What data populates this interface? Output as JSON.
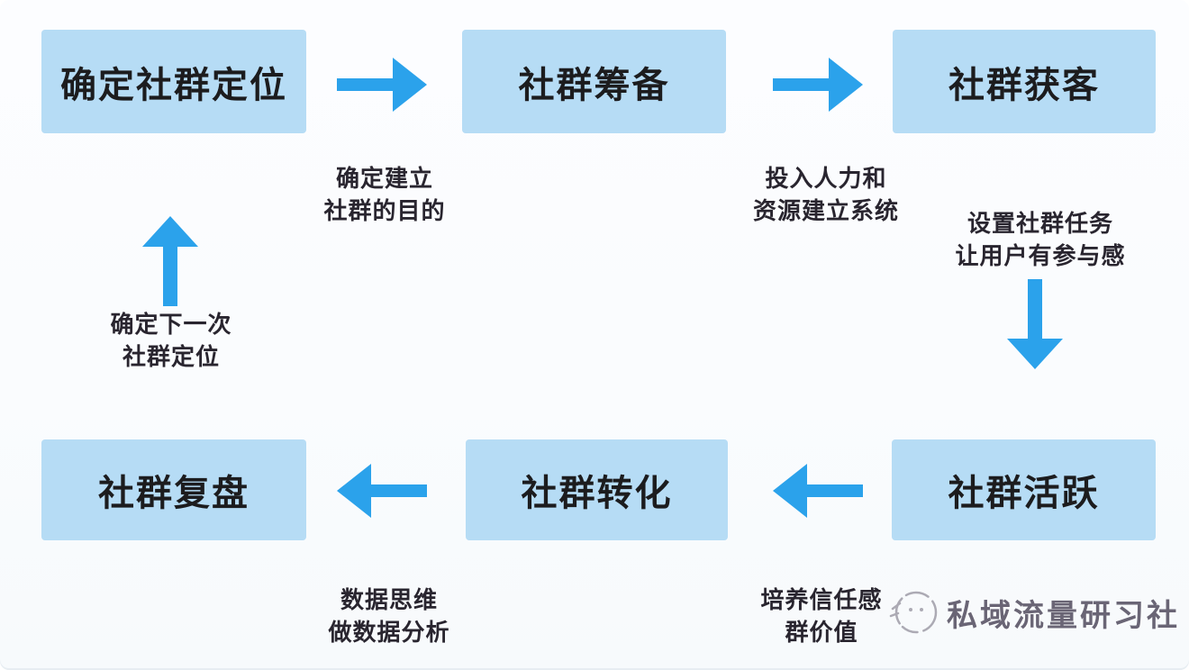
{
  "colors": {
    "box_fill": "#b6dcf5",
    "arrow": "#2ba2eb",
    "box_text": "#1c1c1e",
    "annotation_text": "#29252f",
    "watermark": "#4b4558"
  },
  "nodes": [
    {
      "id": "define-positioning",
      "label": "确定社群定位"
    },
    {
      "id": "preparation",
      "label": "社群筹备"
    },
    {
      "id": "acquisition",
      "label": "社群获客"
    },
    {
      "id": "review",
      "label": "社群复盘"
    },
    {
      "id": "conversion",
      "label": "社群转化"
    },
    {
      "id": "activation",
      "label": "社群活跃"
    }
  ],
  "annotations": [
    {
      "id": "purpose",
      "text": "确定建立\n社群的目的"
    },
    {
      "id": "invest-resources",
      "text": "投入人力和\n资源建立系统"
    },
    {
      "id": "set-tasks",
      "text": "设置社群任务\n让用户有参与感"
    },
    {
      "id": "next-positioning",
      "text": "确定下一次\n社群定位"
    },
    {
      "id": "data-analysis",
      "text": "数据思维\n做数据分析"
    },
    {
      "id": "build-trust",
      "text": "培养信任感\n群价值"
    }
  ],
  "arrows": [
    {
      "from": "确定社群定位",
      "to": "社群筹备",
      "direction": "right"
    },
    {
      "from": "社群筹备",
      "to": "社群获客",
      "direction": "right"
    },
    {
      "from": "社群获客",
      "to": "社群活跃",
      "direction": "down"
    },
    {
      "from": "社群活跃",
      "to": "社群转化",
      "direction": "left"
    },
    {
      "from": "社群转化",
      "to": "社群复盘",
      "direction": "left"
    },
    {
      "from": "社群复盘",
      "to": "确定社群定位",
      "direction": "up"
    }
  ],
  "watermark": {
    "text": "私域流量研习社",
    "logo": "scribble-circle-icon"
  }
}
